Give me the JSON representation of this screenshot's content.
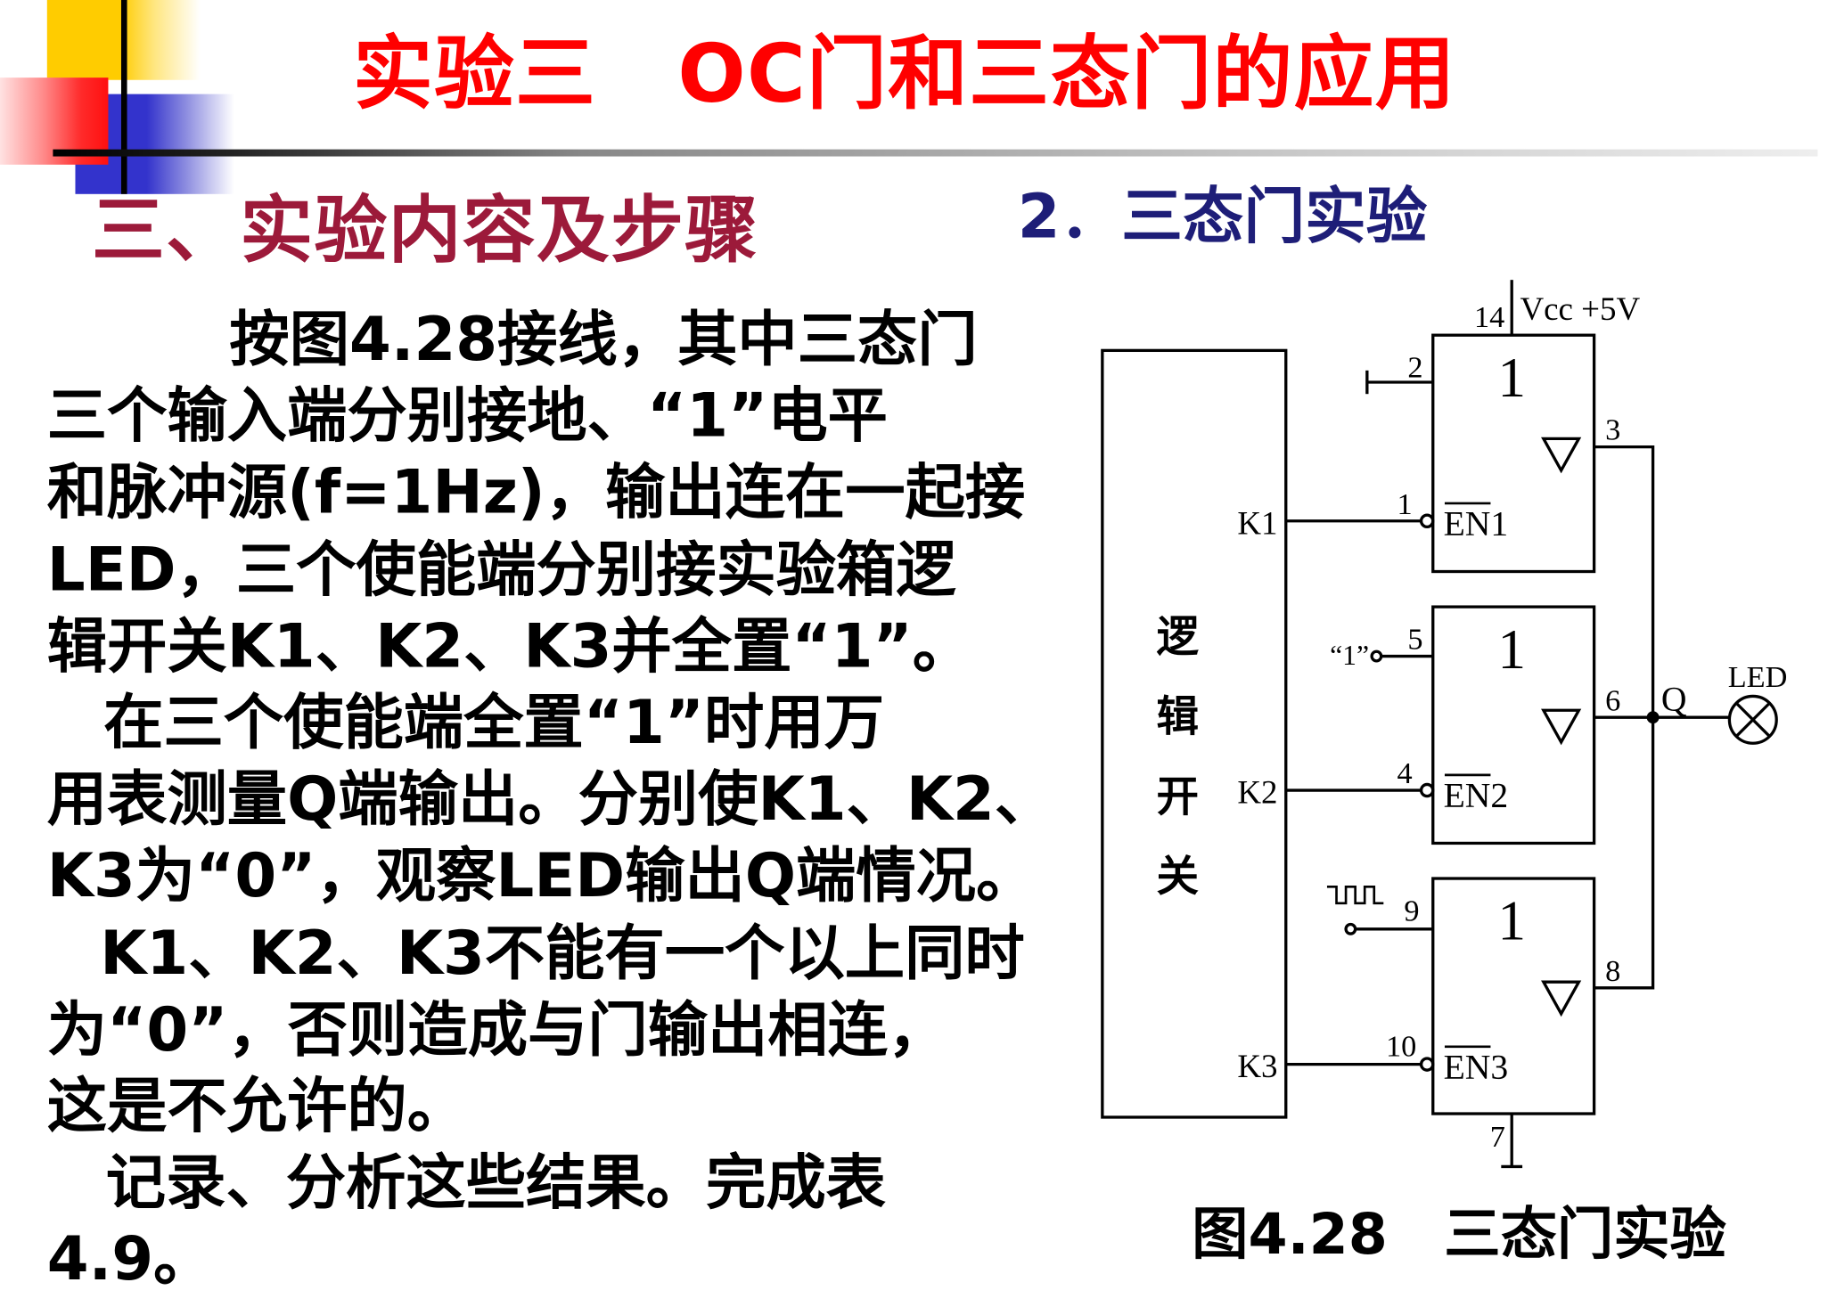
{
  "slide": {
    "title": "实验三　OC门和三态门的应用",
    "section_heading": "三、实验内容及步骤",
    "subsection_heading": "2．三态门实验",
    "body_lines": [
      "按图4.28接线，其中三态门",
      "三个输入端分别接地、“1”电平",
      "和脉冲源(f=1Hz)，输出连在一起接",
      "LED，三个使能端分别接实验箱逻",
      "辑开关K1、K2、K3并全置“1”。",
      "在三个使能端全置“1”时用万",
      "用表测量Q端输出。分别使K1、K2、",
      "K3为“0”，观察LED输出Q端情况。",
      "K1、K2、K3不能有一个以上同时",
      "为“0”，否则造成与门输出相连，",
      "这是不允许的。",
      "记录、分析这些结果。完成表",
      "4.9。"
    ],
    "figure_caption": "图4.28　三态门实验"
  },
  "diagram": {
    "switch_box_label": "逻辑开关",
    "switches": [
      "K1",
      "K2",
      "K3"
    ],
    "power": {
      "pin": "14",
      "label": "Vcc +5V"
    },
    "ground_pin": "7",
    "high_input_label": "“1”",
    "output_node_label": "Q",
    "led_label": "LED",
    "gates": [
      {
        "symbol": "1",
        "enable_label": "EN1",
        "input_pin": "2",
        "enable_pin": "1",
        "output_pin": "3"
      },
      {
        "symbol": "1",
        "enable_label": "EN2",
        "input_pin": "5",
        "enable_pin": "4",
        "output_pin": "6"
      },
      {
        "symbol": "1",
        "enable_label": "EN3",
        "input_pin": "9",
        "enable_pin": "10",
        "output_pin": "8"
      }
    ],
    "symbols": [
      "ground-symbol",
      "pulse-source-icon",
      "led-lamp-icon",
      "tristate-buffer-triangle-icon",
      "inversion-bubble-icon"
    ]
  },
  "colors": {
    "title": "#FF0000",
    "section_heading": "#9C1A3A",
    "subsection_heading": "#1E1E78",
    "body_text": "#000000",
    "accent_yellow": "#FFCC00",
    "accent_red": "#FF2020",
    "accent_blue": "#3333CC"
  }
}
